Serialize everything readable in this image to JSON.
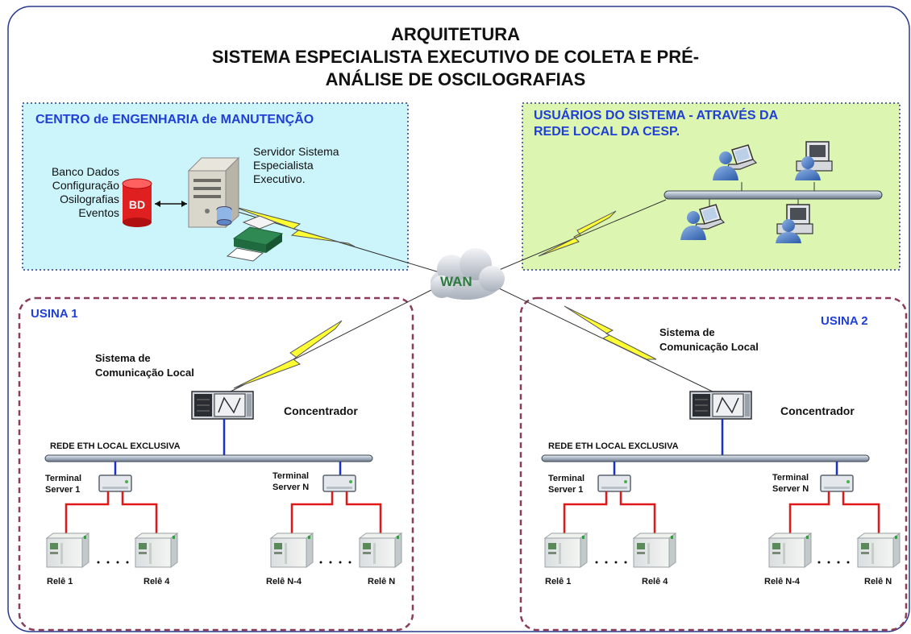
{
  "title": {
    "line1": "ARQUITETURA",
    "line2": "SISTEMA ESPECIALISTA EXECUTIVO DE COLETA E PRÉ-",
    "line3": "ANÁLISE DE OSCILOGRAFIAS"
  },
  "engineering": {
    "title": "CENTRO de ENGENHARIA de MANUTENÇÃO",
    "db_label_lines": [
      "Banco Dados",
      "Configuração",
      "Osilografias",
      "Eventos"
    ],
    "db_badge": "BD",
    "server_label_lines": [
      "Servidor Sistema",
      "Especialista",
      "Executivo."
    ]
  },
  "users": {
    "title_line1": "USUÁRIOS DO SISTEMA - ATRAVÉS DA",
    "title_line2": "REDE LOCAL DA CESP."
  },
  "wan": {
    "label": "WAN"
  },
  "usina1": {
    "title": "USINA 1",
    "comm_line1": "Sistema de",
    "comm_line2": "Comunicação Local",
    "concentrator": "Concentrador",
    "network": "REDE ETH LOCAL EXCLUSIVA",
    "ts1_line1": "Terminal",
    "ts1_line2": "Server 1",
    "tsn_line1": "Terminal",
    "tsn_line2": "Server N",
    "relays": [
      "Relê 1",
      "Relê 4",
      "Relê N-4",
      "Relê N"
    ]
  },
  "usina2": {
    "title": "USINA 2",
    "comm_line1": "Sistema de",
    "comm_line2": "Comunicação Local",
    "concentrator": "Concentrador",
    "network": "REDE ETH LOCAL EXCLUSIVA",
    "ts1_line1": "Terminal",
    "ts1_line2": "Server 1",
    "tsn_line1": "Terminal",
    "tsn_line2": "Server N",
    "relays": [
      "Relê 1",
      "Relê 4",
      "Relê N-4",
      "Relê N"
    ]
  },
  "colors": {
    "engineering_bg": "#ccf4fb",
    "users_bg": "#dcf5b0",
    "title_blue": "#1f3fd6",
    "usina_border": "#8b3c5a",
    "red_link": "#e01818",
    "blue_link": "#1a2fd0",
    "lightning": "#ffff33"
  }
}
